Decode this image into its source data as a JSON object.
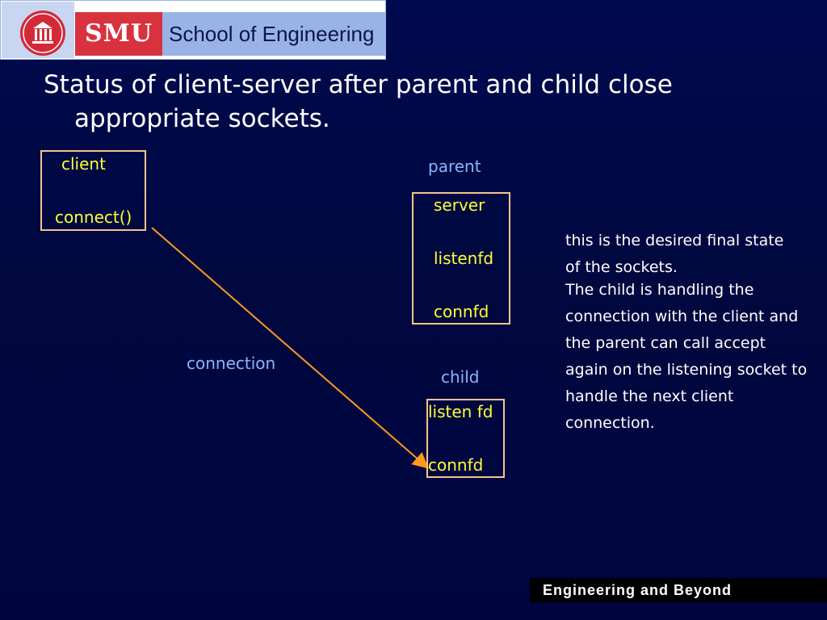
{
  "logo": {
    "brand": "SMU",
    "school": "School of Engineering"
  },
  "slide": {
    "title": "Status of client-server after parent and child close appropriate sockets."
  },
  "client": {
    "label": "client",
    "function": "connect()"
  },
  "parent": {
    "label": "parent",
    "process": "server",
    "listen_socket": "listenfd",
    "conn_socket": "connfd"
  },
  "child": {
    "label": "child",
    "listen_socket": "listen fd",
    "conn_socket": "connfd"
  },
  "connection_label": "connection",
  "notes": {
    "line1": "this is the desired final state of the sockets.",
    "line2": "The child is handling the connection with the client and the parent can call accept again on the listening socket to handle the next client connection."
  },
  "footer": "Engineering and Beyond",
  "colors": {
    "box_border": "#f4c48c",
    "arrow": "#ff9a1e",
    "label_yellow": "#ffff33",
    "label_blue": "#8ab4ff"
  }
}
